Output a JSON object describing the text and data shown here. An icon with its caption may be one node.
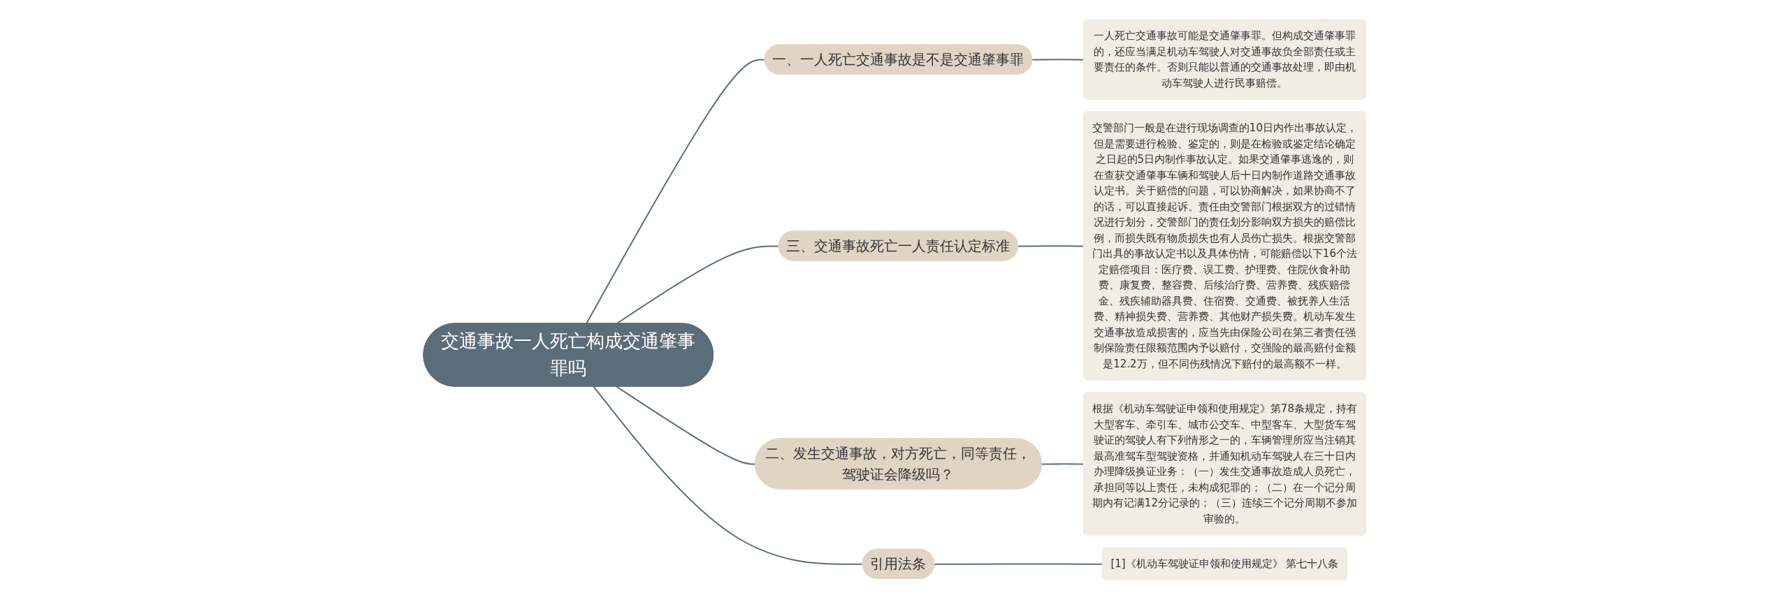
{
  "diagram": {
    "nodes": [
      {
        "text": [
          "交通事故一人死亡构成交通肇事罪吗"
        ]
      },
      {
        "text": [
          "一、一人死亡交通事故是不是交通肇事罪"
        ]
      },
      {
        "text": [
          "一人死亡交通事故可能是交通肇事罪。但构成交通肇事罪的，还应当满足机动车驾驶人对交通事故负全部责任或主要责任的条件。否则只能以普通的交通事故处理，即由机动车驾驶人进行民事赔偿。"
        ]
      },
      {
        "text": [
          "三、交通事故死亡一人责任认定标准"
        ]
      },
      {
        "text": [
          "交警部门一般是在进行现场调查的10日内作出事故认定，但是需要进行检验、鉴定的，则是在检验或鉴定结论确定之日起的5日内制作事故认定。如果交通肇事逃逸的，则在查获交通肇事车辆和驾驶人后十日内制作道路交通事故认定书。关于赔偿的问题，可以协商解决，如果协商不了的话，可以直接起诉。责任由交警部门根据双方的过错情况进行划分，交警部门的责任划分影响双方损失的赔偿比例，而损失既有物质损失也有人员伤亡损失。根据交警部门出具的事故认定书以及具体伤情，可能赔偿以下16个法定赔偿项目：医疗费、误工费、护理费、住院伙食补助费、康复费、整容费、后续治疗费、营养费、残疾赔偿金、残疾辅助器具费、住宿费、交通费、被抚养人生活费、精神损失费、营养费、其他财产损失费。机动车发生交通事故造成损害的，应当先由保险公司在第三者责任强制保险责任限额范围内予以赔付，交强险的最高赔付金额是12.2万，但不同伤残情况下赔付的最高额不一样。"
        ]
      },
      {
        "text": [
          "二、发生交通事故，对方死亡，同等责任，驾驶证会降级吗？"
        ]
      },
      {
        "text": [
          "根据《机动车驾驶证申领和使用规定》第78条规定，持有大型客车、牵引车、城市公交车、中型客车、大型货车驾驶证的驾驶人有下列情形之一的，车辆管理所应当注销其最高准驾车型驾驶资格，并通知机动车驾驶人在三十日内办理降级换证业务：（一）发生交通事故造成人员死亡，承担同等以上责任，未构成犯罪的；（二）在一个记分周期内有记满12分记录的；（三）连续三个记分周期不参加审验的。"
        ]
      },
      {
        "text": [
          "引用法条"
        ]
      },
      {
        "text": [
          "[1]《机动车驾驶证申领和使用规定》 第七十八条"
        ]
      }
    ],
    "edges": [
      {
        "from": 0,
        "to": 1,
        "arrow": "none"
      },
      {
        "from": 1,
        "to": 2,
        "arrow": "none"
      },
      {
        "from": 0,
        "to": 3,
        "arrow": "none"
      },
      {
        "from": 3,
        "to": 4,
        "arrow": "none"
      },
      {
        "from": 0,
        "to": 5,
        "arrow": "none"
      },
      {
        "from": 5,
        "to": 6,
        "arrow": "none"
      },
      {
        "from": 0,
        "to": 7,
        "arrow": "none"
      },
      {
        "from": 7,
        "to": 8,
        "arrow": "none"
      }
    ]
  }
}
